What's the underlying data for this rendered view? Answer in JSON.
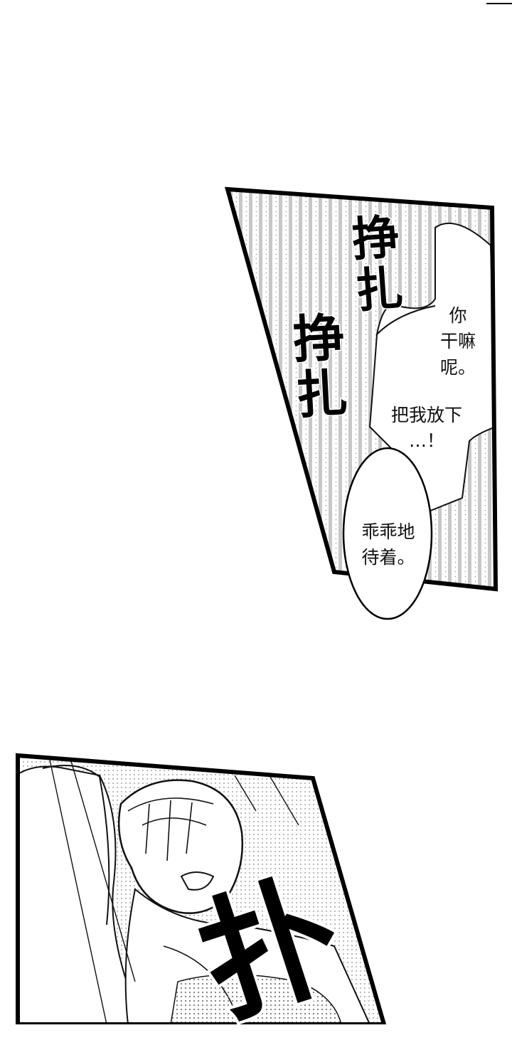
{
  "sfx": {
    "struggle_1": "挣扎",
    "struggle_2": "挣扎",
    "bottom_sfx": "扑"
  },
  "dialogue": {
    "bubble_1": "你\n干嘛\n呢。",
    "bubble_2": "把我放下\n…！",
    "bubble_3": "乖乖地\n待着。"
  },
  "colors": {
    "ink": "#000000",
    "paper": "#ffffff",
    "screentone": "#9a9a9a"
  }
}
